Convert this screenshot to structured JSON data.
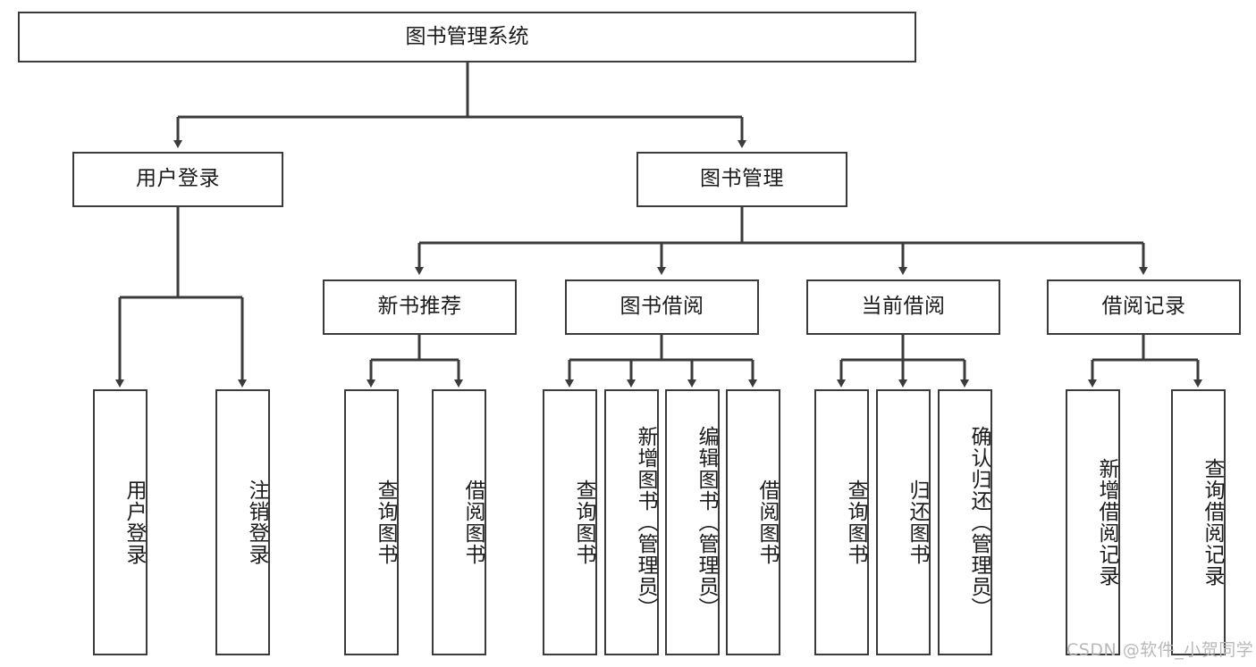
{
  "diagram": {
    "title": "图书管理系统",
    "type": "功能结构图",
    "stroke_color": "#3b3b3b",
    "text_color": "#1b1b1b",
    "background_color": "#ffffff"
  },
  "root": {
    "label": "图书管理系统"
  },
  "level2": [
    {
      "label": "用户登录"
    },
    {
      "label": "图书管理"
    }
  ],
  "level3": [
    {
      "label": "新书推荐"
    },
    {
      "label": "图书借阅"
    },
    {
      "label": "当前借阅"
    },
    {
      "label": "借阅记录"
    }
  ],
  "leaves": {
    "user_login": [
      {
        "label": "用户登录"
      },
      {
        "label": "注销登录"
      }
    ],
    "new_book": [
      {
        "label": "查询图书"
      },
      {
        "label": "借阅图书"
      }
    ],
    "borrow_book": [
      {
        "label": "查询图书"
      },
      {
        "label": "新增图书（管理员）"
      },
      {
        "label": "编辑图书（管理员）"
      },
      {
        "label": "借阅图书"
      }
    ],
    "current_borrow": [
      {
        "label": "查询图书"
      },
      {
        "label": "归还图书"
      },
      {
        "label": "确认归还（管理员）"
      }
    ],
    "borrow_record": [
      {
        "label": "新增借阅记录"
      },
      {
        "label": "查询借阅记录"
      }
    ]
  },
  "watermark": {
    "text": "CSDN @软件_小贺同学"
  }
}
